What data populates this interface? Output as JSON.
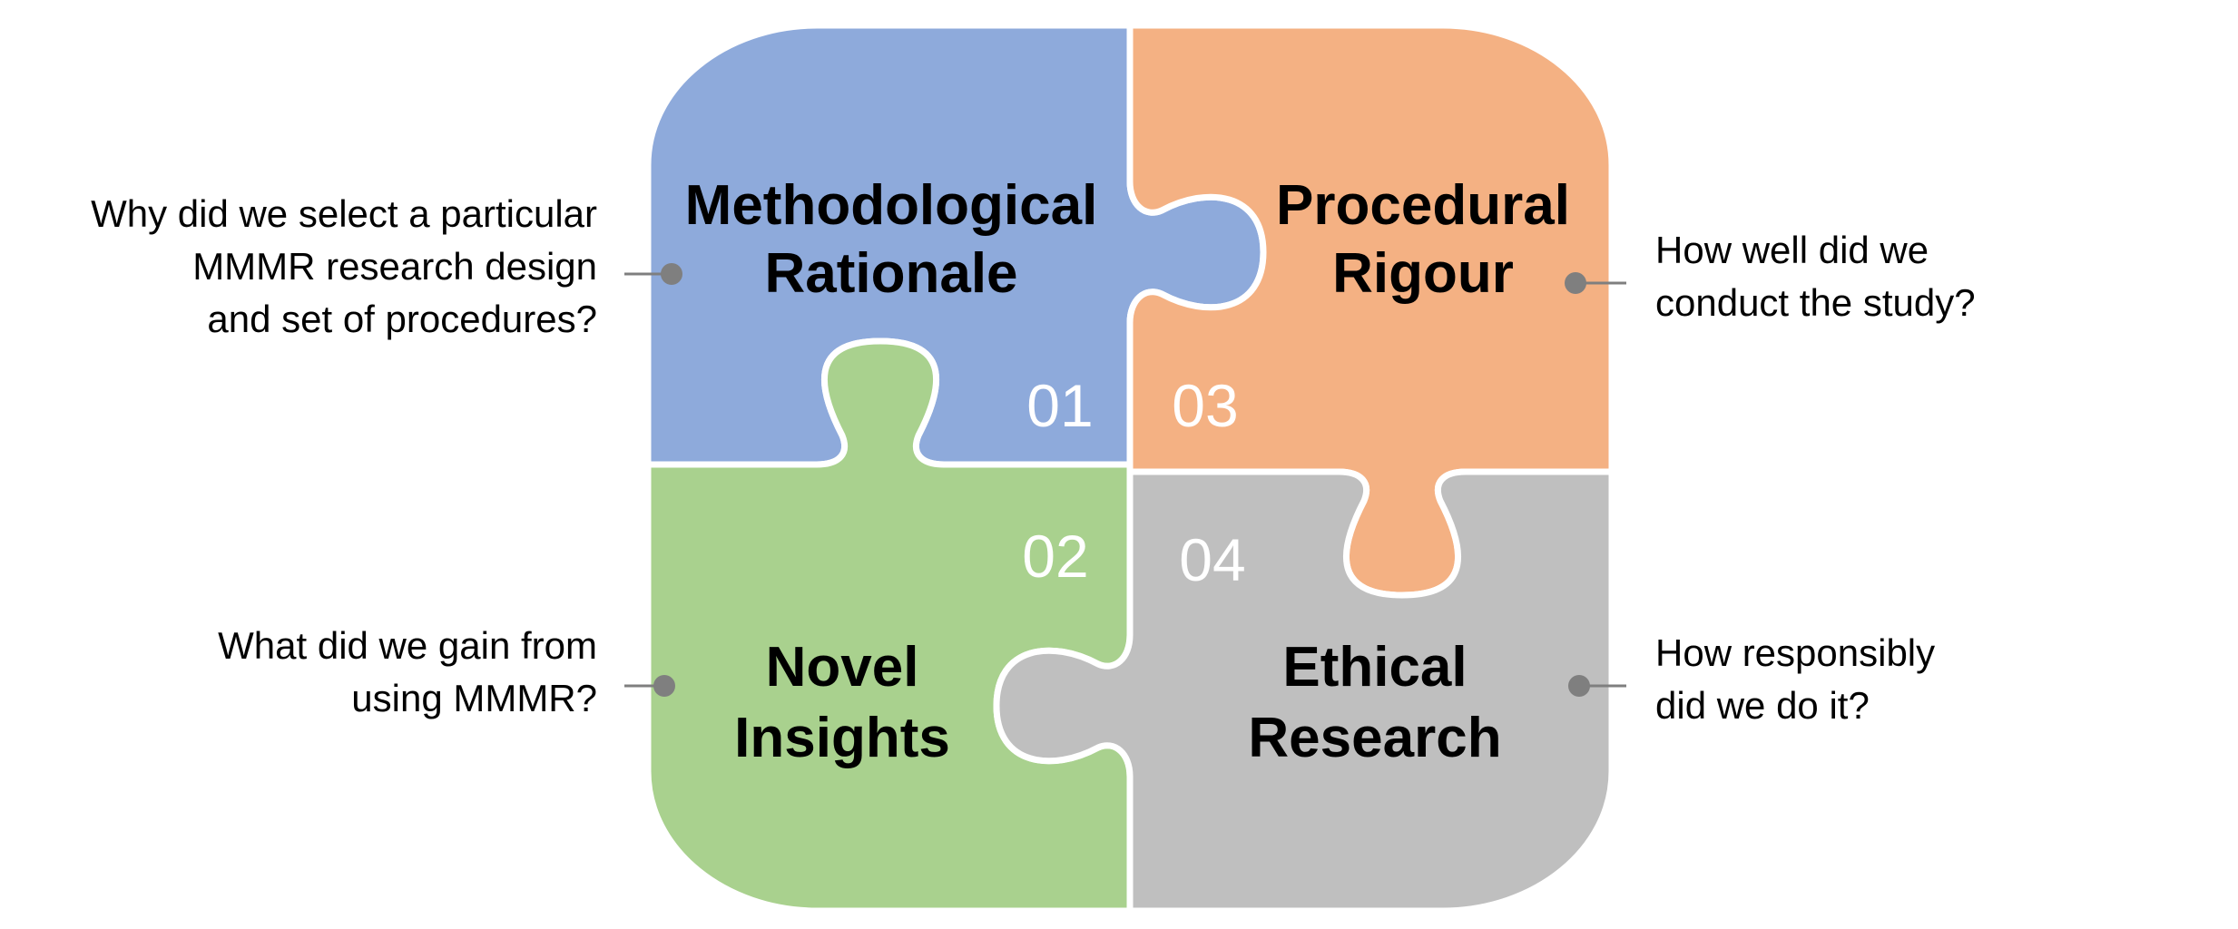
{
  "pieces": [
    {
      "id": "methodological-rationale",
      "title_line1": "Methodological",
      "title_line2": "Rationale",
      "number": "01",
      "color": "#8EAADB",
      "question": [
        "Why did we select a particular",
        "MMMR research design",
        "and set of procedures?"
      ]
    },
    {
      "id": "novel-insights",
      "title_line1": "Novel",
      "title_line2": "Insights",
      "number": "02",
      "color": "#A9D18E",
      "question": [
        "What did we gain from",
        "using MMMR?"
      ]
    },
    {
      "id": "procedural-rigour",
      "title_line1": "Procedural",
      "title_line2": "Rigour",
      "number": "03",
      "color": "#F4B183",
      "question": [
        "How well did we",
        "conduct the study?"
      ]
    },
    {
      "id": "ethical-research",
      "title_line1": "Ethical",
      "title_line2": "Research",
      "number": "04",
      "color": "#BFBFBF",
      "question": [
        "How responsibly",
        "did we do it?"
      ]
    }
  ],
  "connector_color": "#7F7F7F"
}
